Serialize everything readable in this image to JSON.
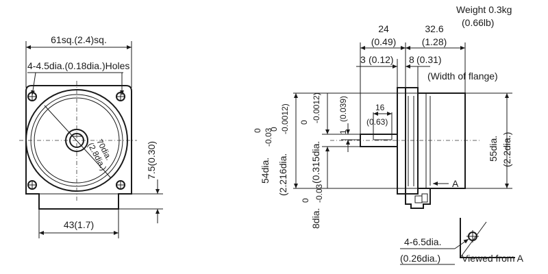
{
  "front_view": {
    "width_label": "61sq.(2.4)sq.",
    "holes_label": "4-4.5dia.(0.18dia.)Holes",
    "pcd_label": "70dia.",
    "pcd_inch_label": "(2.8dia.)",
    "offset_label": "7.5(0.30)",
    "base_label": "43(1.7)"
  },
  "side_view": {
    "weight": "Weight 0.3kg",
    "weight_lb": "(0.66lb)",
    "dim_24": "24",
    "dim_24_in": "(0.49)",
    "dim_32_6": "32.6",
    "dim_32_6_in": "(1.28)",
    "dim_3": "3",
    "dim_3_in": "(0.12)",
    "dim_8": "8",
    "dim_8_in": "(0.31)",
    "flange_note": "(Width of flange)",
    "dim_16": "16",
    "dim_16_in": "(0.63)",
    "dim_1": "1",
    "dim_1_in": "(0.039)",
    "pilot_dia": "54dia.",
    "pilot_tol_top": "0",
    "pilot_tol_bottom": "-0.03",
    "pilot_inch": "(2.216dia.",
    "pilot_inch_tol": "-0.0012)",
    "pilot_inch_tol_top": "0",
    "shaft_dia": "8dia.",
    "shaft_tol_top": "0",
    "shaft_tol_bottom": "-0.03",
    "shaft_inch": "(0.315dia.",
    "shaft_inch_tol": "-0.0012)",
    "shaft_inch_tol_top": "0",
    "body_dia": "55dia.",
    "body_dia_in": "(2.2dia.)",
    "arrow_a": "A"
  },
  "view_a": {
    "hole_label": "4-6.5dia.",
    "hole_label_in": "(0.26dia.)",
    "caption": "Viewed from A"
  }
}
